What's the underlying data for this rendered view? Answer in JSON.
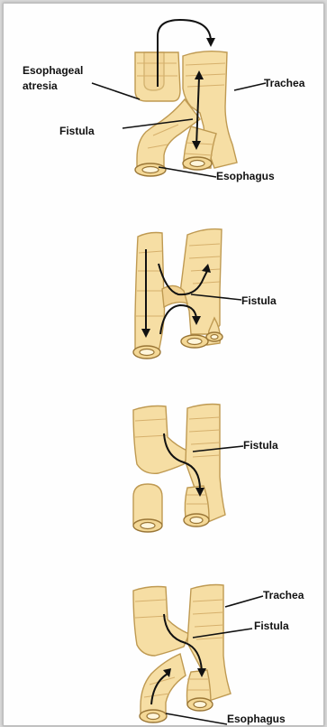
{
  "panels": [
    {
      "id": "panel-1",
      "labels": {
        "esophageal_atresia": "Esophageal\natresia",
        "trachea": "Trachea",
        "fistula": "Fistula",
        "esophagus": "Esophagus"
      }
    },
    {
      "id": "panel-2",
      "labels": {
        "fistula": "Fistula"
      }
    },
    {
      "id": "panel-3",
      "labels": {
        "fistula": "Fistula"
      }
    },
    {
      "id": "panel-4",
      "labels": {
        "trachea": "Trachea",
        "fistula": "Fistula",
        "esophagus": "Esophagus"
      }
    }
  ],
  "colors": {
    "tube_fill": "#f6dea4",
    "tube_outline": "#bf9a52",
    "arrow": "#111111",
    "background": "#fefefe"
  }
}
